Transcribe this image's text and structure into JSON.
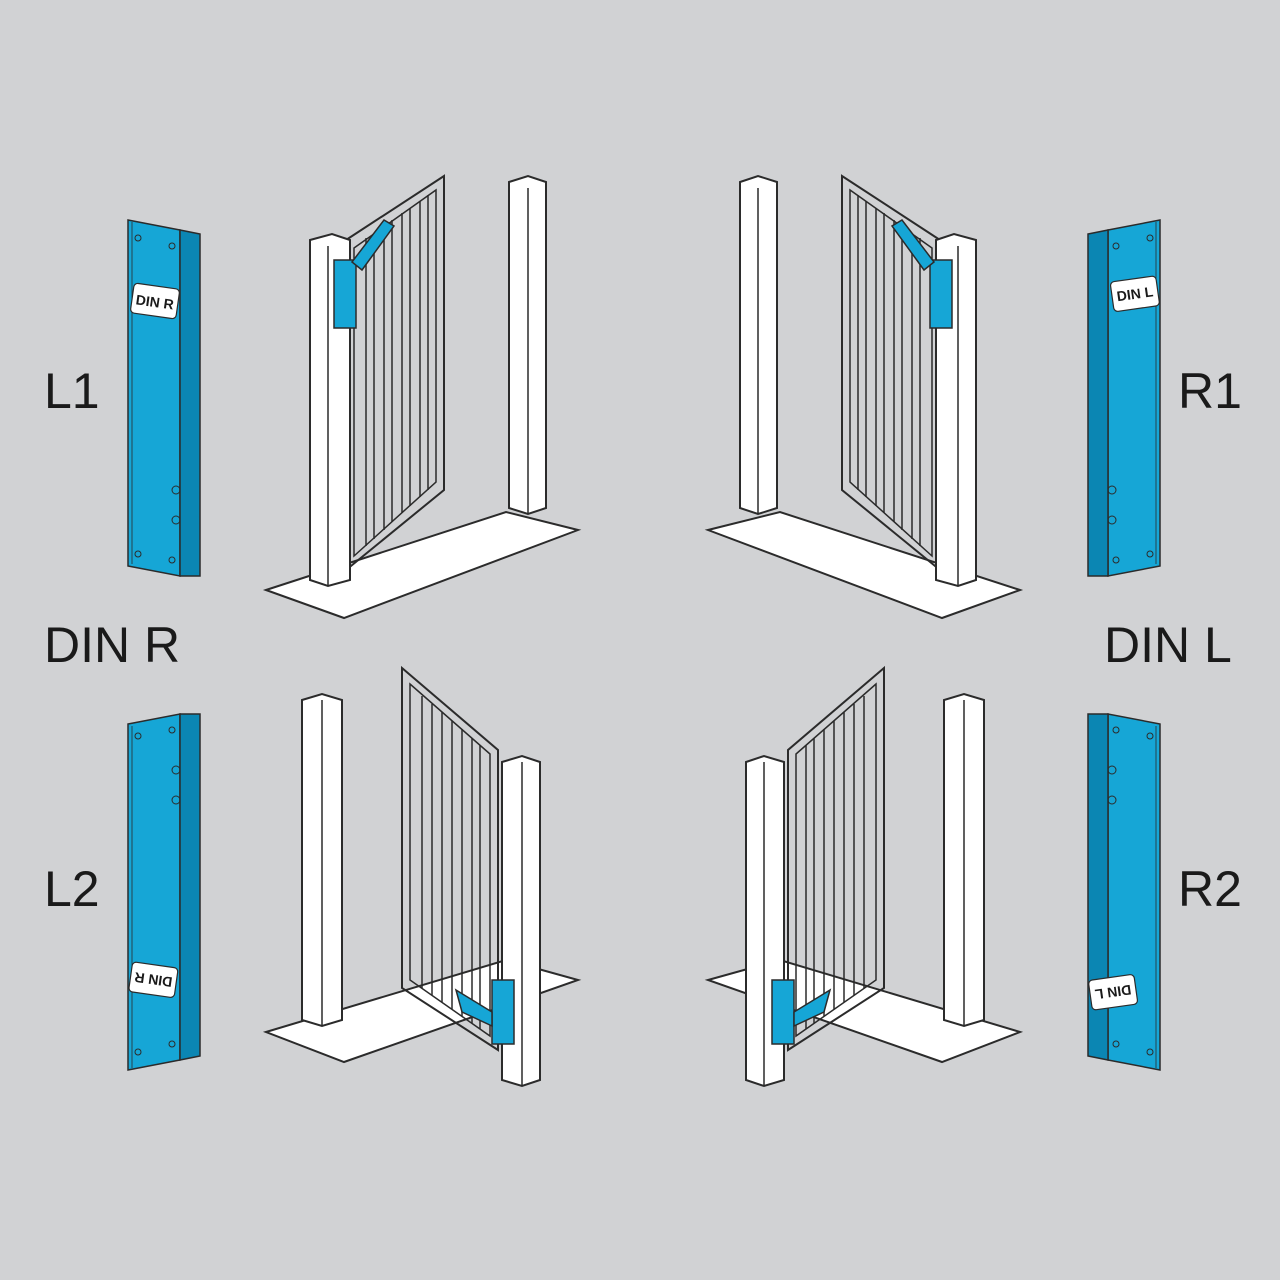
{
  "colors": {
    "background": "#d1d2d4",
    "device": "#16a6d6",
    "device_dark": "#0b86b3",
    "outline": "#2b2b2b",
    "white": "#ffffff"
  },
  "labels": {
    "l1": "L1",
    "r1": "R1",
    "l2": "L2",
    "r2": "R2",
    "din_r": "DIN R",
    "din_l": "DIN L"
  },
  "tags": {
    "l1": "DIN R",
    "r1": "DIN L",
    "l2": "DIN R",
    "r2": "DIN L"
  },
  "icons": [
    "gate-closer-device-icon",
    "gate-illustration-icon"
  ]
}
